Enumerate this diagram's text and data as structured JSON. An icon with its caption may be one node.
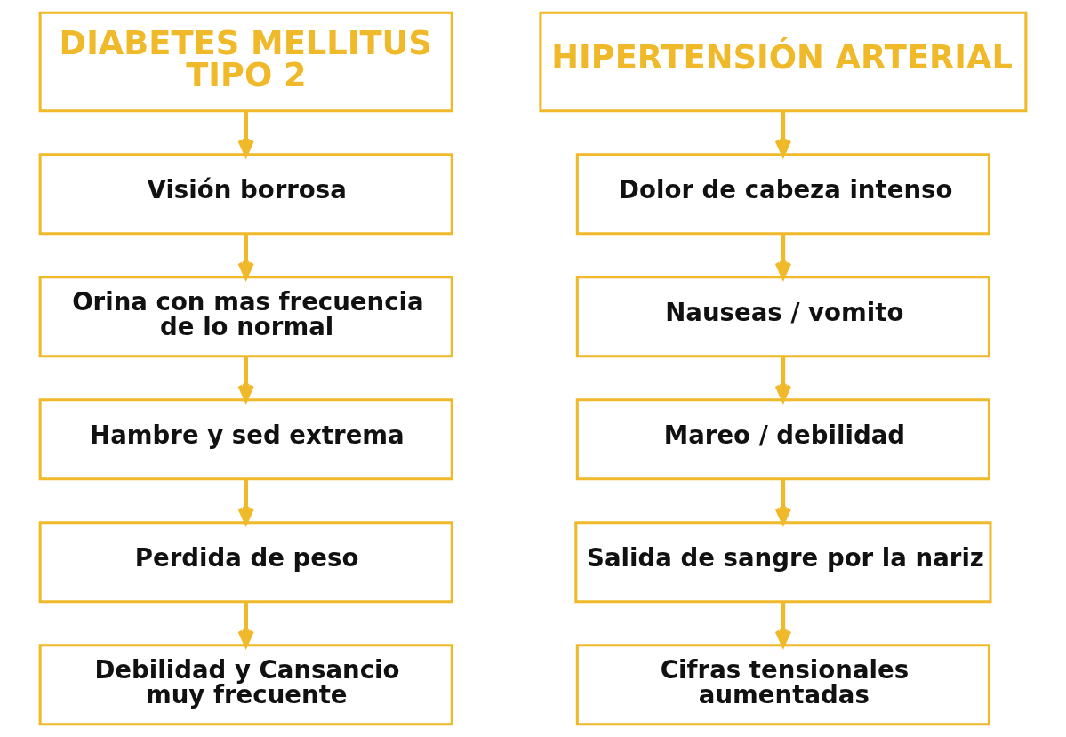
{
  "diagram": {
    "nodes": [
      {
        "text": [
          "DIABETES MELLITUS TIPO 2"
        ]
      },
      {
        "text": [
          "Visión borrosa"
        ]
      },
      {
        "text": [
          "Orina con mas frecuencia de lo normal"
        ]
      },
      {
        "text": [
          "Hambre y sed extrema"
        ]
      },
      {
        "text": [
          "Perdida de peso"
        ]
      },
      {
        "text": [
          "Debilidad y Cansancio muy frecuente"
        ]
      },
      {
        "text": [
          "HIPERTENSIÓN ARTERIAL"
        ]
      },
      {
        "text": [
          "Dolor de cabeza intenso"
        ]
      },
      {
        "text": [
          "Nauseas / vomito"
        ]
      },
      {
        "text": [
          "Mareo / debilidad"
        ]
      },
      {
        "text": [
          "Salida de sangre por la nariz"
        ]
      },
      {
        "text": [
          "Cifras tensionales aumentadas"
        ]
      }
    ],
    "edges": [
      {
        "from": 0,
        "to": 1,
        "arrow": "to"
      },
      {
        "from": 1,
        "to": 2,
        "arrow": "to"
      },
      {
        "from": 2,
        "to": 3,
        "arrow": "to"
      },
      {
        "from": 3,
        "to": 4,
        "arrow": "to"
      },
      {
        "from": 4,
        "to": 5,
        "arrow": "to"
      },
      {
        "from": 6,
        "to": 7,
        "arrow": "to"
      },
      {
        "from": 7,
        "to": 8,
        "arrow": "to"
      },
      {
        "from": 8,
        "to": 9,
        "arrow": "to"
      },
      {
        "from": 9,
        "to": 10,
        "arrow": "to"
      },
      {
        "from": 10,
        "to": 11,
        "arrow": "to"
      }
    ]
  }
}
